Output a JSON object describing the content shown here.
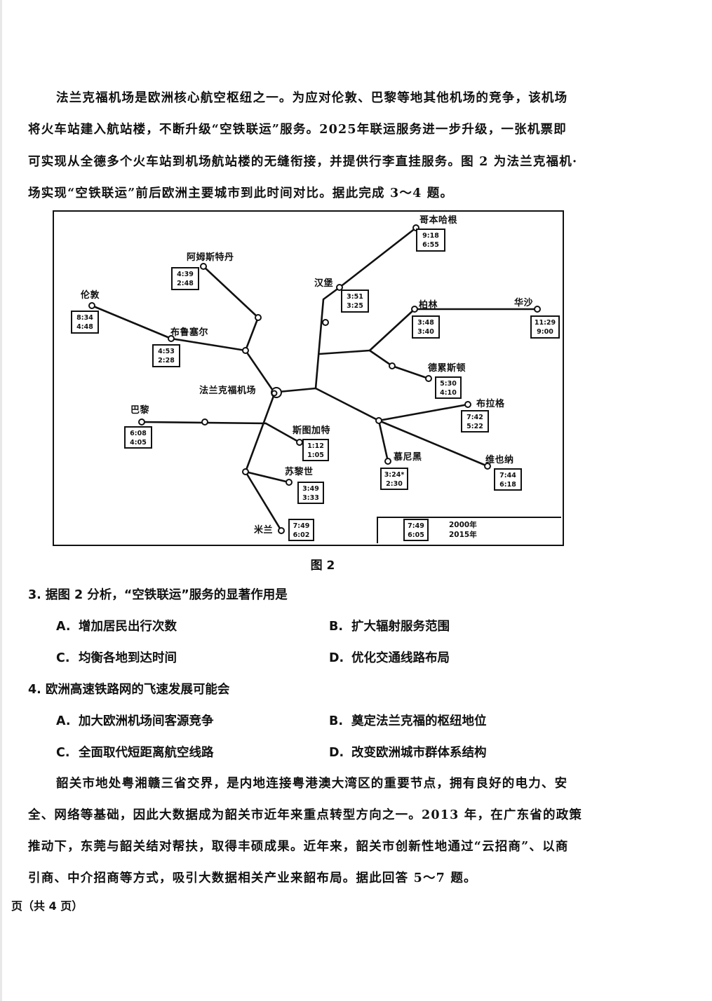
{
  "intro": {
    "lines": [
      "法兰克福机场是欧洲核心航空枢纽之一。为应对伦敦、巴黎等地其他机场的竞争，该机场",
      "将火车站建入航站楼，不断升级“空铁联运”服务。2025年联运服务进一步升级，一张机票即",
      "可实现从全德多个火车站到机场航站楼的无缝衔接，并提供行李直挂服务。图 2 为法兰克福机·",
      "场实现“空铁联运”前后欧洲主要城市到此时间对比。据此完成 3～4 题。"
    ]
  },
  "figure": {
    "caption": "图 2",
    "hub": {
      "label": "法兰克福机场"
    },
    "cities": [
      {
        "id": "copenhagen",
        "label": "哥本哈根",
        "t2000": "9:18",
        "t2015": "6:55"
      },
      {
        "id": "amsterdam",
        "label": "阿姆斯特丹",
        "t2000": "4:39",
        "t2015": "2:48"
      },
      {
        "id": "hamburg",
        "label": "汉堡",
        "t2000": "3:51",
        "t2015": "3:25"
      },
      {
        "id": "london",
        "label": "伦敦",
        "t2000": "8:34",
        "t2015": "4:48"
      },
      {
        "id": "berlin",
        "label": "柏林",
        "t2000": "3:48",
        "t2015": "3:40"
      },
      {
        "id": "warsaw",
        "label": "华沙",
        "t2000": "11:29",
        "t2015": "9:00"
      },
      {
        "id": "brussels",
        "label": "布鲁塞尔",
        "t2000": "4:53",
        "t2015": "2:28"
      },
      {
        "id": "dresden",
        "label": "德累斯顿",
        "t2000": "5:30",
        "t2015": "4:10"
      },
      {
        "id": "prague",
        "label": "布拉格",
        "t2000": "7:42",
        "t2015": "5:22"
      },
      {
        "id": "paris",
        "label": "巴黎",
        "t2000": "6:08",
        "t2015": "4:05"
      },
      {
        "id": "stuttgart",
        "label": "斯图加特",
        "t2000": "1:12",
        "t2015": "1:05"
      },
      {
        "id": "munich",
        "label": "慕尼黑",
        "t2000": "3:24*",
        "t2015": "2:30"
      },
      {
        "id": "vienna",
        "label": "维也纳",
        "t2000": "7:44",
        "t2015": "6:18"
      },
      {
        "id": "zurich",
        "label": "苏黎世",
        "t2000": "3:49",
        "t2015": "3:33"
      },
      {
        "id": "milan",
        "label": "米兰",
        "t2000": "7:49",
        "t2015": "6:02"
      }
    ],
    "legend": {
      "sample_top": "7:49",
      "sample_bottom": "6:05",
      "year_top": "2000年",
      "year_bottom": "2015年"
    }
  },
  "questions": [
    {
      "number": "3.",
      "stem": "据图 2 分析，“空铁联运”服务的显著作用是",
      "options": [
        {
          "letter": "A.",
          "text": "增加居民出行次数"
        },
        {
          "letter": "B.",
          "text": "扩大辐射服务范围"
        },
        {
          "letter": "C.",
          "text": "均衡各地到达时间"
        },
        {
          "letter": "D.",
          "text": "优化交通线路布局"
        }
      ]
    },
    {
      "number": "4.",
      "stem": "欧洲高速铁路网的飞速发展可能会",
      "options": [
        {
          "letter": "A.",
          "text": "加大欧洲机场间客源竞争"
        },
        {
          "letter": "B.",
          "text": "奠定法兰克福的枢纽地位"
        },
        {
          "letter": "C.",
          "text": "全面取代短距离航空线路"
        },
        {
          "letter": "D.",
          "text": "改变欧洲城市群体系结构"
        }
      ]
    }
  ],
  "passage2": {
    "lines": [
      "韶关市地处粤湘赣三省交界，是内地连接粤港澳大湾区的重要节点，拥有良好的电力、安",
      "全、网络等基础，因此大数据成为韶关市近年来重点转型方向之一。2013 年，在广东省的政策",
      "推动下，东莞与韶关结对帮扶，取得丰硕成果。近年来，韶关市创新性地通过“云招商”、以商",
      "引商、中介招商等方式，吸引大数据相关产业来韶布局。据此回答 5～7 题。"
    ]
  },
  "footer": {
    "text": "页（共 4 页）"
  }
}
